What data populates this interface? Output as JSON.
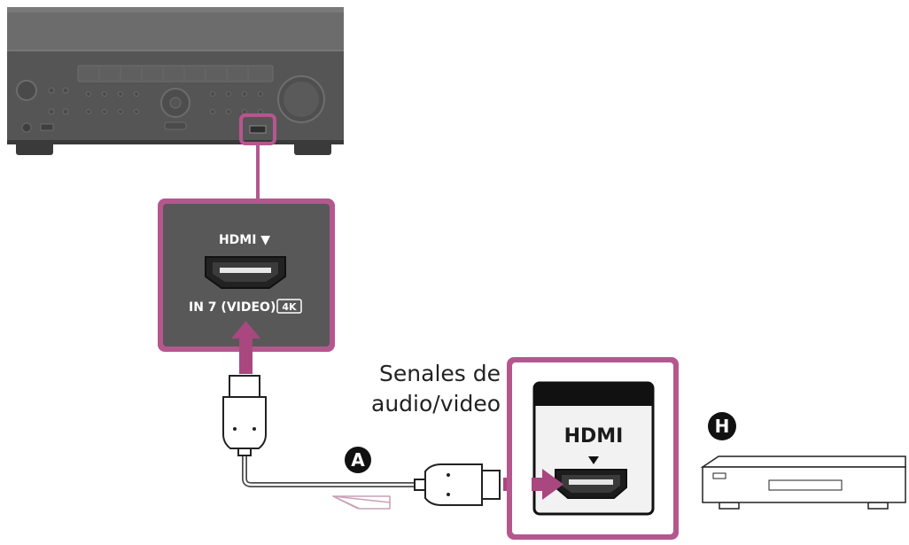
{
  "colors": {
    "accent": "#b5578f",
    "panel": "#585858",
    "receiver_body": "#5e5e5e",
    "receiver_dark": "#3c3c3c"
  },
  "zoom_panel": {
    "label_top": "HDMI ▼",
    "label_input": "IN 7 (VIDEO)",
    "label_4k": "4K"
  },
  "signal_caption": {
    "line1": "Senales de",
    "line2": "audio/video"
  },
  "device_port_panel": {
    "label": "HDMI"
  },
  "cable_marker": "A",
  "device_marker": "H",
  "icons": {
    "flow_arrow": "arrow-left-outline-icon",
    "insert_arrow_up": "arrow-up-icon",
    "insert_arrow_right": "arrow-right-icon"
  }
}
